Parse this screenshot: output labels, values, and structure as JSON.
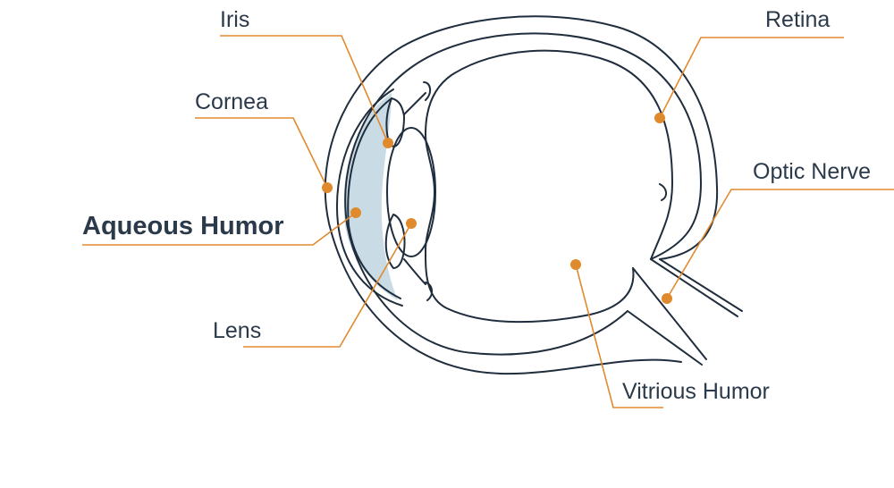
{
  "diagram": {
    "labels": {
      "iris": "Iris",
      "cornea": "Cornea",
      "aqueous_humor": "Aqueous Humor",
      "lens": "Lens",
      "retina": "Retina",
      "optic_nerve": "Optic Nerve",
      "vitreous_humor": "Vitrious Humor"
    },
    "highlighted_label": "aqueous_humor",
    "colors": {
      "outline": "#1f2d3d",
      "leader": "#e08a2e",
      "fluid_fill": "#c9dbe4",
      "label_text": "#2b3a4a"
    }
  }
}
